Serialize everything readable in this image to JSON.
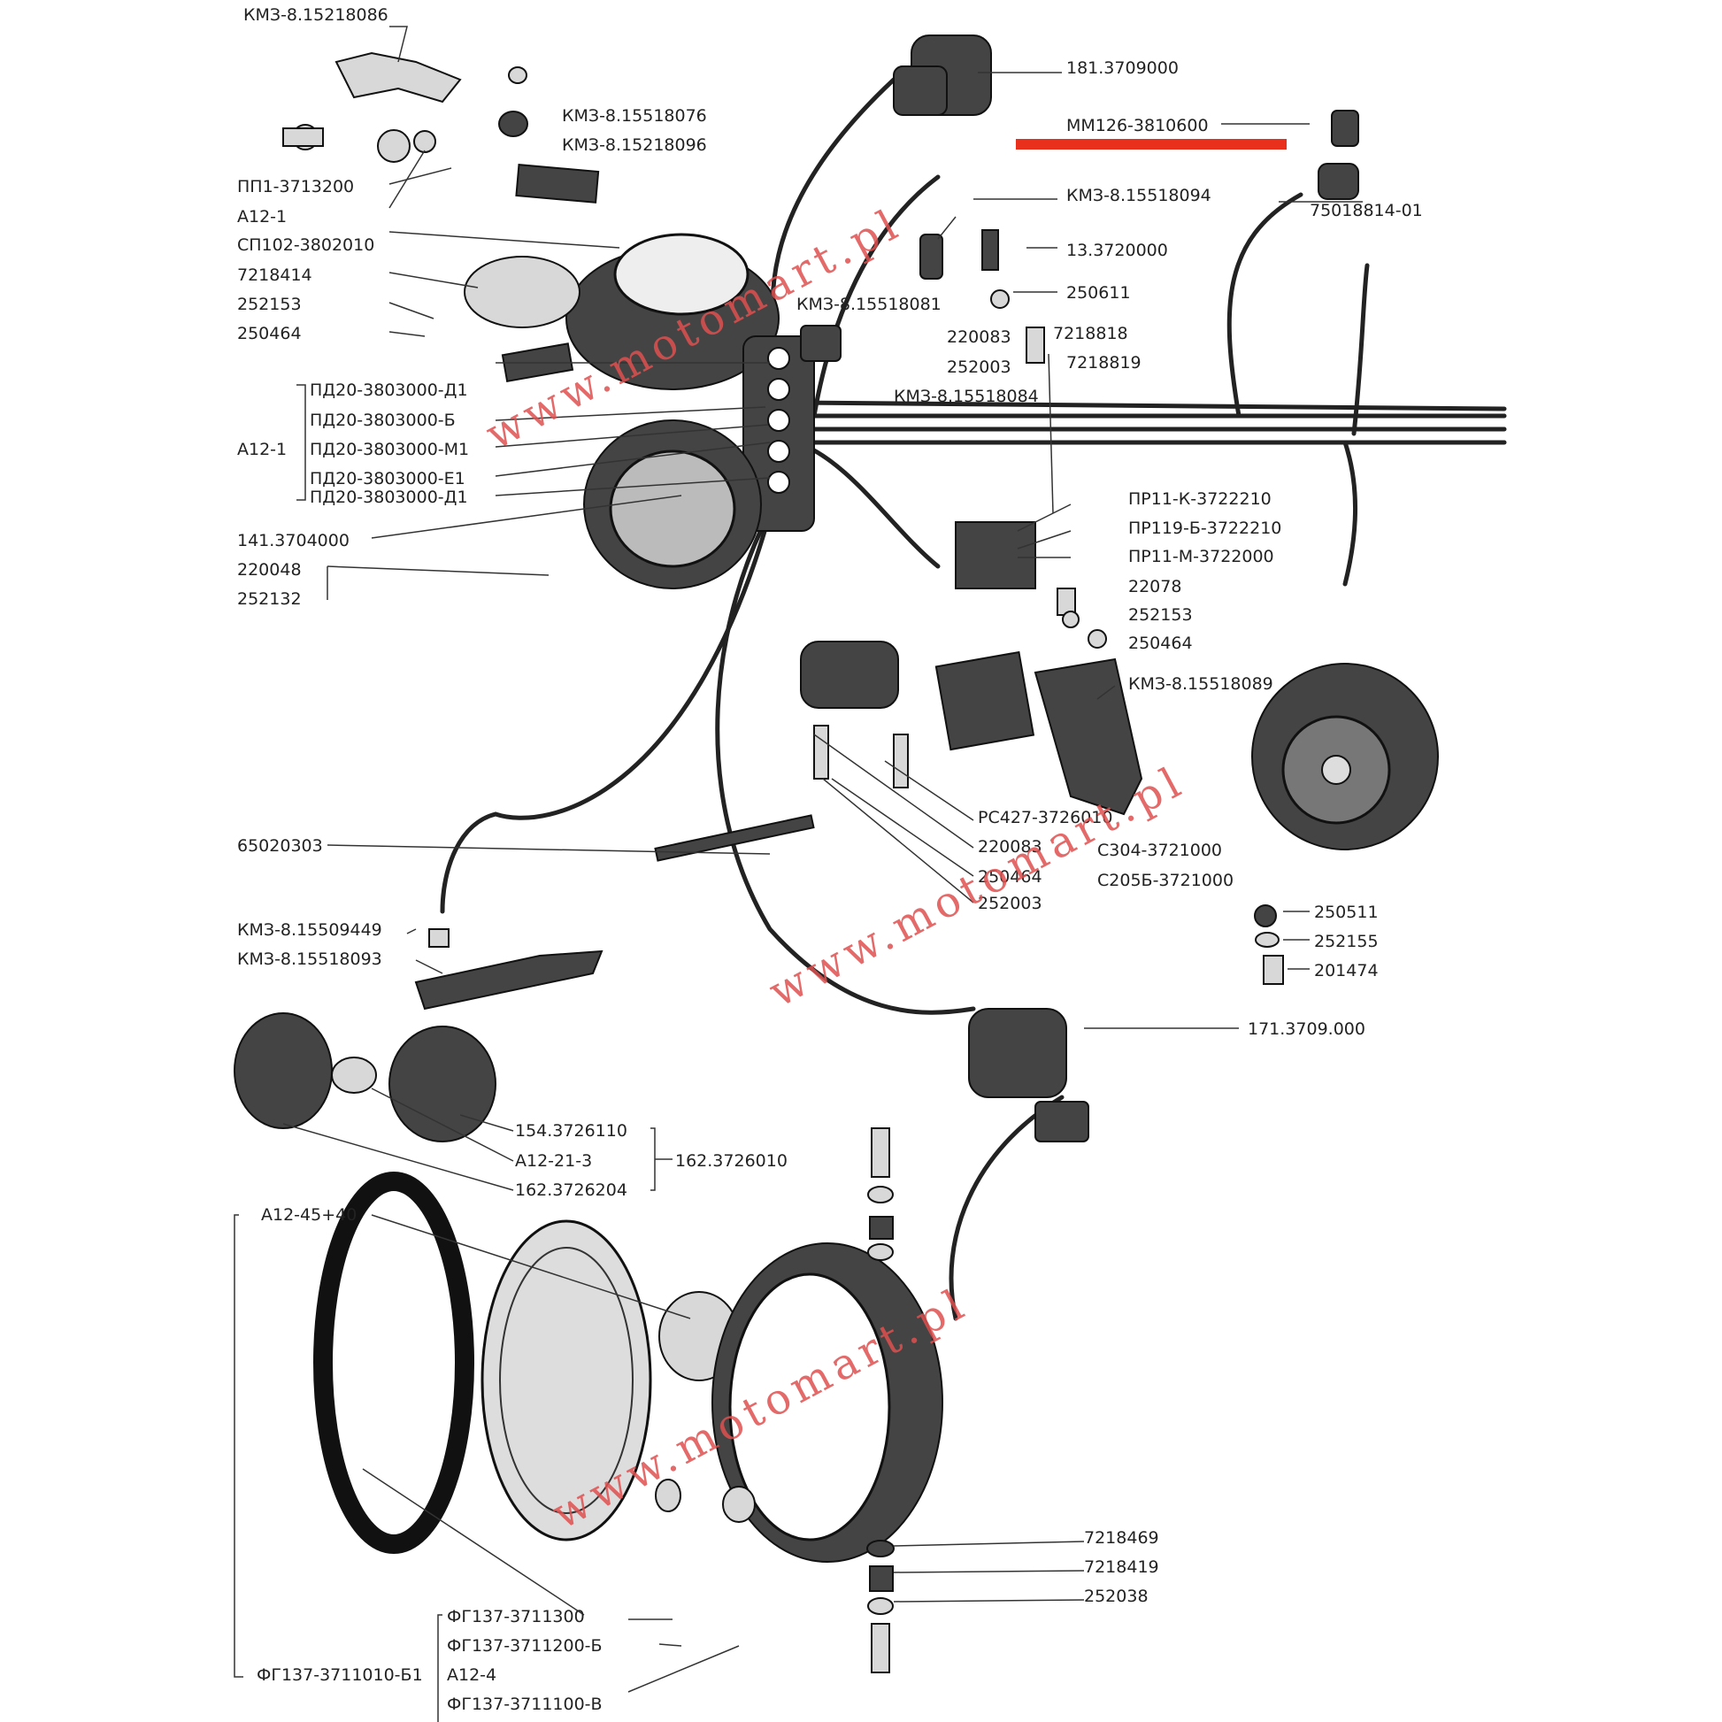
{
  "labels": {
    "l01": "КМЗ-8.15218086",
    "l02": "181.3709000",
    "l03": "КМЗ-8.15518076",
    "l04": "КМЗ-8.15218096",
    "l05": "ММ126-3810600",
    "l06": "ПП1-3713200",
    "l07": "А12-1",
    "l08": "КМЗ-8.15518094",
    "l09": "75018814-01",
    "l10": "СП102-3802010",
    "l11": "13.3720000",
    "l12": "7218414",
    "l13": "250611",
    "l14": "252153",
    "l15": "КМЗ-8.15518081",
    "l16": "250464",
    "l17": "220083",
    "l18": "7218818",
    "l19": "252003",
    "l20": "7218819",
    "l21": "ПД20-3803000-Д1",
    "l22": "КМЗ-8.15518084",
    "l23": "ПД20-3803000-Б",
    "l24": "А12-1",
    "l25": "ПД20-3803000-М1",
    "l26": "ПД20-3803000-Е1",
    "l27": "ПД20-3803000-Д1",
    "l28": "ПР11-К-3722210",
    "l29": "ПР119-Б-3722210",
    "l30": "141.3704000",
    "l31": "ПР11-М-3722000",
    "l32": "220048",
    "l33": "22078",
    "l34": "252132",
    "l35": "252153",
    "l36": "250464",
    "l37": "КМЗ-8.15518089",
    "l38": "РС427-3726010",
    "l39": "65020303",
    "l40": "220083",
    "l41": "С304-3721000",
    "l42": "250464",
    "l43": "С205Б-3721000",
    "l44": "252003",
    "l45": "250511",
    "l46": "КМЗ-8.15509449",
    "l47": "252155",
    "l48": "КМЗ-8.15518093",
    "l49": "201474",
    "l50": "171.3709.000",
    "l51": "154.3726110",
    "l52": "А12-21-3",
    "l53": "162.3726010",
    "l54": "162.3726204",
    "l55": "А12-45+40",
    "l56": "7218469",
    "l57": "7218419",
    "l58": "252038",
    "l59": "ФГ137-3711300",
    "l60": "ФГ137-3711200-Б",
    "l61": "ФГ137-3711010-Б1",
    "l62": "А12-4",
    "l63": "ФГ137-3711100-В"
  },
  "watermark": "www.motomart.pl",
  "colors": {
    "highlight": "#e8301c",
    "watermark": "#e05050"
  }
}
